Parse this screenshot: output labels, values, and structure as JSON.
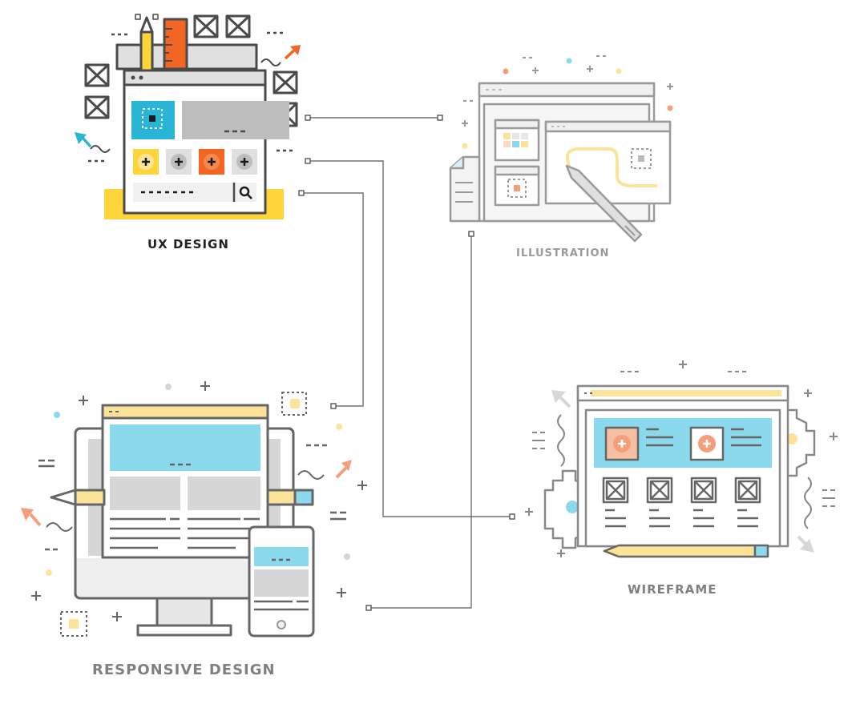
{
  "nodes": {
    "ux_design": {
      "label": "UX DESIGN"
    },
    "illustration": {
      "label": "ILLUSTRATION"
    },
    "wireframe": {
      "label": "WIREFRAME"
    },
    "responsive_design": {
      "label": "RESPONSIVE DESIGN"
    }
  },
  "colors": {
    "outline": "#555555",
    "outline_light": "#9a9a9a",
    "yellow": "#ffd43b",
    "orange": "#f26522",
    "cyan": "#29b6d6",
    "light_cyan": "#8ad9ec",
    "pale_yellow": "#fbe49a",
    "salmon": "#f49e7c",
    "gray_fill": "#d6d6d6",
    "label_dark": "#222222",
    "label_gray": "#9a9a9a",
    "label_mid": "#808080"
  },
  "icons": [
    "search-icon",
    "plus-icon",
    "image-placeholder-icon",
    "pencil-icon",
    "ruler-icon",
    "arrow-cursor-icon",
    "gear-icon",
    "phone-icon",
    "monitor-icon",
    "pen-tool-icon"
  ]
}
